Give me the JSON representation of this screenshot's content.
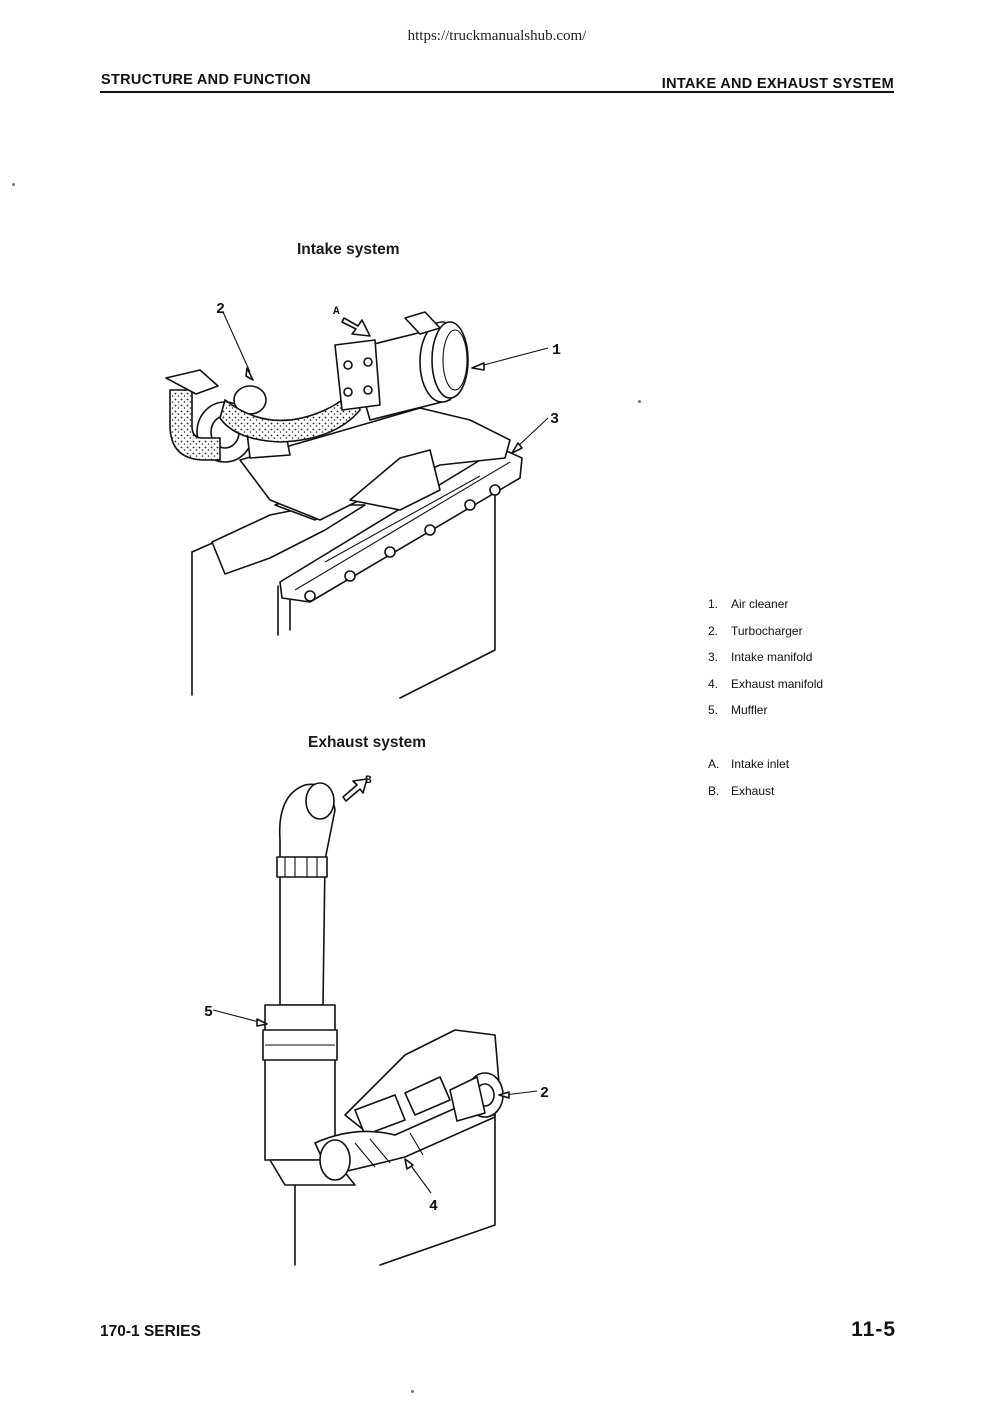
{
  "header": {
    "url": "https://truckmanualshub.com/",
    "left_title": "STRUCTURE AND FUNCTION",
    "right_title": "INTAKE AND EXHAUST SYSTEM"
  },
  "intake": {
    "title": "Intake system",
    "callouts": {
      "c1": "1",
      "c2": "2",
      "c3": "3",
      "cA": "A"
    }
  },
  "exhaust": {
    "title": "Exhaust system",
    "callouts": {
      "c2": "2",
      "c4": "4",
      "c5": "5",
      "cB": "B"
    }
  },
  "legend": [
    {
      "key": "1.",
      "label": "Air cleaner"
    },
    {
      "key": "2.",
      "label": "Turbocharger"
    },
    {
      "key": "3.",
      "label": "Intake manifold"
    },
    {
      "key": "4.",
      "label": "Exhaust manifold"
    },
    {
      "key": "5.",
      "label": "Muffler"
    },
    {
      "key": "A.",
      "label": "Intake inlet"
    },
    {
      "key": "B.",
      "label": "Exhaust"
    }
  ],
  "footer": {
    "series": "170-1 SERIES",
    "page": "11-5"
  }
}
